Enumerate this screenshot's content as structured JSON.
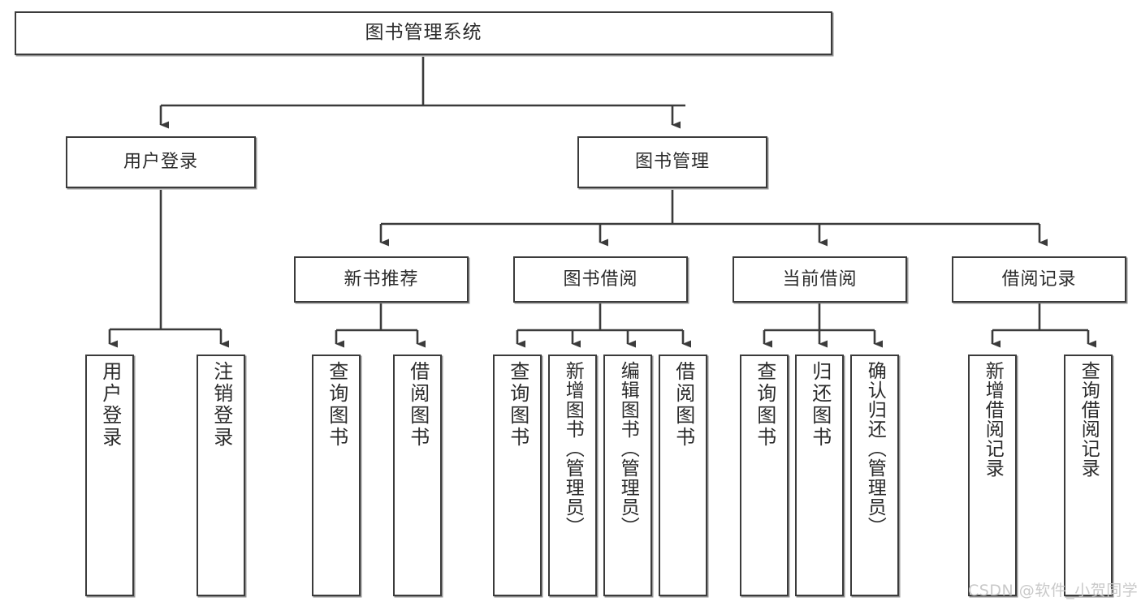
{
  "diagram": {
    "title": "图书管理系统",
    "type": "functional-structure-tree",
    "watermark": "CSDN @软件_小贺同学",
    "colors": {
      "box_border": "#3b3b3b",
      "box_fill": "#ffffff",
      "connector": "#3b3b3b",
      "text": "#2b2b2b",
      "watermark": "#c9c9c9",
      "background": "#ffffff"
    }
  },
  "nodes": {
    "root": {
      "label": "图书管理系统"
    },
    "level1": [
      {
        "label": "用户登录"
      },
      {
        "label": "图书管理"
      }
    ],
    "level2": [
      {
        "label": "新书推荐"
      },
      {
        "label": "图书借阅"
      },
      {
        "label": "当前借阅"
      },
      {
        "label": "借阅记录"
      }
    ],
    "leaves": {
      "user_login": [
        {
          "label": "用户登录"
        },
        {
          "label": "注销登录"
        }
      ],
      "new_book_recommend": [
        {
          "label": "查询图书"
        },
        {
          "label": "借阅图书"
        }
      ],
      "book_borrow": [
        {
          "label": "查询图书"
        },
        {
          "label": "新增图书（管理员）"
        },
        {
          "label": "编辑图书（管理员）"
        },
        {
          "label": "借阅图书"
        }
      ],
      "current_borrow": [
        {
          "label": "查询图书"
        },
        {
          "label": "归还图书"
        },
        {
          "label": "确认归还（管理员）"
        }
      ],
      "borrow_record": [
        {
          "label": "新增借阅记录"
        },
        {
          "label": "查询借阅记录"
        }
      ]
    }
  }
}
